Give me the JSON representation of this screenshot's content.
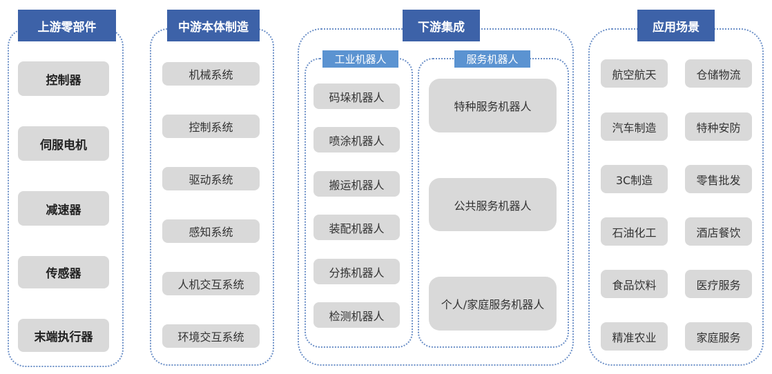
{
  "upstream": {
    "title": "上游零部件",
    "items": [
      "控制器",
      "伺服电机",
      "减速器",
      "传感器",
      "末端执行器"
    ]
  },
  "midstream": {
    "title": "中游本体制造",
    "items": [
      "机械系统",
      "控制系统",
      "驱动系统",
      "感知系统",
      "人机交互系统",
      "环境交互系统"
    ]
  },
  "downstream": {
    "title": "下游集成",
    "industrial": {
      "title": "工业机器人",
      "items": [
        "码垛机器人",
        "喷涂机器人",
        "搬运机器人",
        "装配机器人",
        "分拣机器人",
        "检测机器人"
      ]
    },
    "service": {
      "title": "服务机器人",
      "items": [
        "特种服务机器人",
        "公共服务机器人",
        "个人/家庭服务机器人"
      ]
    }
  },
  "applications": {
    "title": "应用场景",
    "items": [
      "航空航天",
      "仓储物流",
      "汽车制造",
      "特种安防",
      "3C制造",
      "零售批发",
      "石油化工",
      "酒店餐饮",
      "食品饮料",
      "医疗服务",
      "精准农业",
      "家庭服务"
    ]
  }
}
